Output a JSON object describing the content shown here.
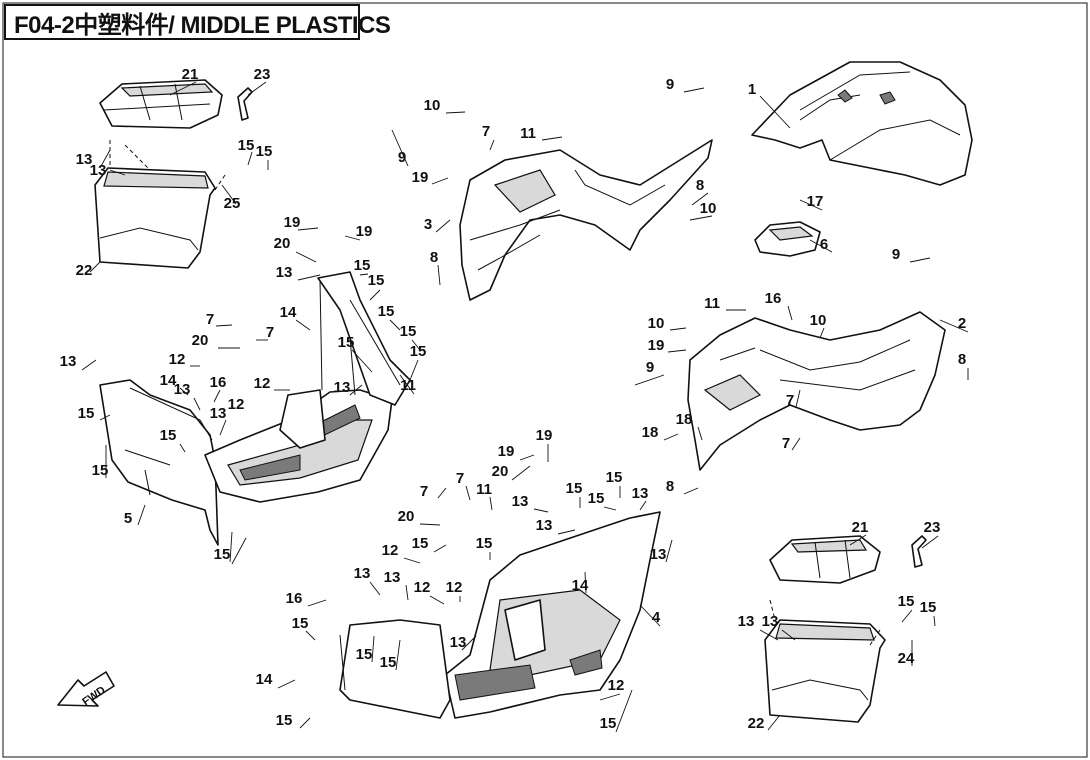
{
  "title": "F04-2中塑料件/ MIDDLE PLASTICS",
  "fwd_label": "FWD",
  "parts": [
    {
      "id": "p1",
      "label": "1"
    },
    {
      "id": "p2",
      "label": "2"
    },
    {
      "id": "p3",
      "label": "3"
    },
    {
      "id": "p4",
      "label": "4"
    },
    {
      "id": "p5",
      "label": "5"
    },
    {
      "id": "p6",
      "label": "6"
    },
    {
      "id": "p21a",
      "label": "21"
    },
    {
      "id": "p21b",
      "label": "21"
    },
    {
      "id": "p22a",
      "label": "22"
    },
    {
      "id": "p22b",
      "label": "22"
    }
  ],
  "callouts": [
    "21",
    "23",
    "13",
    "13",
    "15",
    "15",
    "25",
    "22",
    "19",
    "19",
    "20",
    "13",
    "15",
    "15",
    "14",
    "7",
    "7",
    "20",
    "15",
    "15",
    "13",
    "12",
    "13",
    "12",
    "13",
    "14",
    "16",
    "15",
    "15",
    "15",
    "12",
    "13",
    "15",
    "15",
    "5",
    "15",
    "11",
    "10",
    "7",
    "11",
    "9",
    "19",
    "3",
    "8",
    "8",
    "10",
    "9",
    "1",
    "17",
    "6",
    "9",
    "16",
    "11",
    "10",
    "10",
    "19",
    "9",
    "2",
    "8",
    "7",
    "18",
    "7",
    "18",
    "8",
    "19",
    "19",
    "20",
    "7",
    "7",
    "11",
    "13",
    "15",
    "15",
    "15",
    "13",
    "13",
    "20",
    "15",
    "15",
    "12",
    "13",
    "13",
    "14",
    "12",
    "12",
    "16",
    "15",
    "13",
    "15",
    "15",
    "13",
    "15",
    "14",
    "15",
    "12",
    "4",
    "21",
    "23",
    "13",
    "13",
    "15",
    "15",
    "24",
    "22"
  ]
}
